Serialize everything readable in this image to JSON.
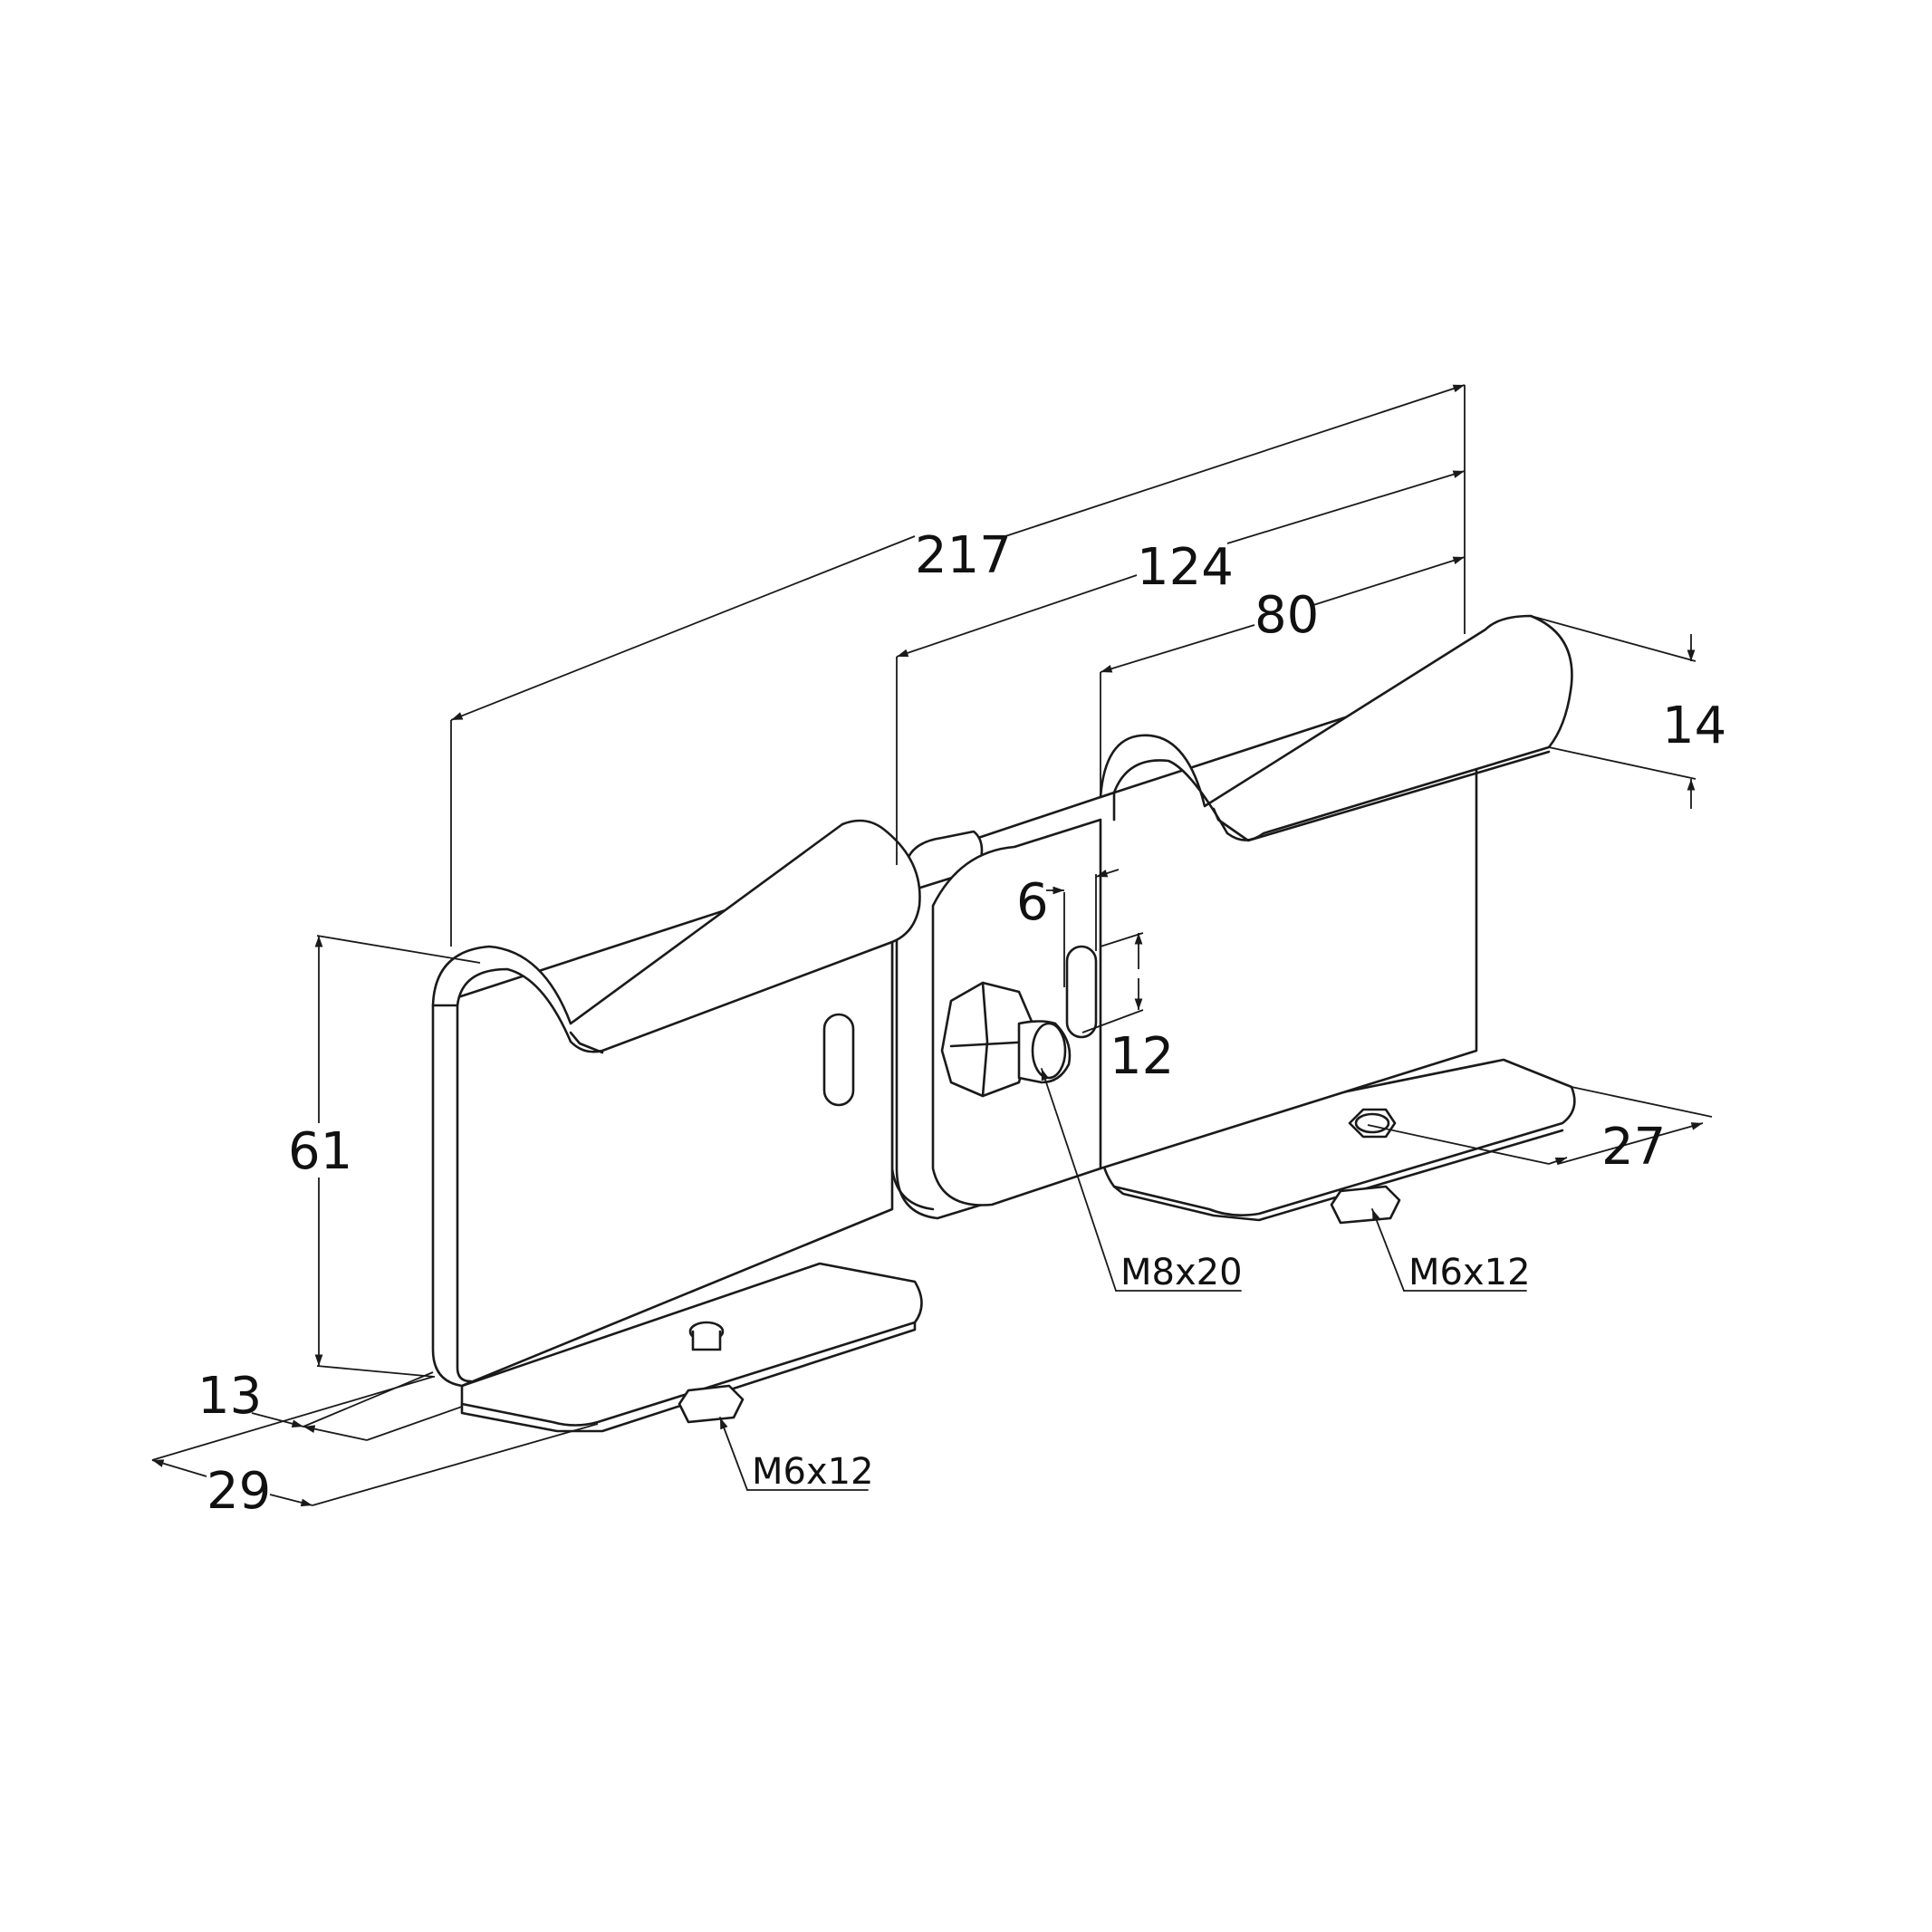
{
  "drawing": {
    "dimensions": {
      "overall_length": "217",
      "mid_length": "124",
      "slot_spacing": "80",
      "tube_diameter": "14",
      "slot_width": "6",
      "slot_length": "12",
      "height": "61",
      "foot_depth_inner": "13",
      "foot_depth_outer": "29",
      "foot_depth_right": "27"
    },
    "callouts": {
      "bolt_center": "M8x20",
      "bolt_right_foot": "M6x12",
      "bolt_left_foot": "M6x12"
    }
  },
  "colors": {
    "line": "#1a1a1a",
    "background": "#ffffff"
  }
}
